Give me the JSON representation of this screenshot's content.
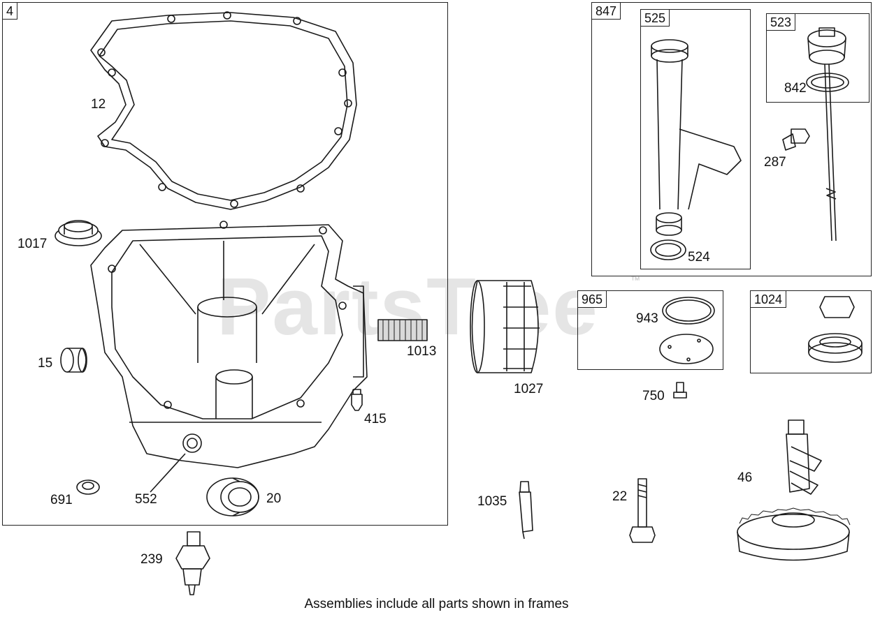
{
  "diagram": {
    "watermark": "PartsTree",
    "watermark_tm": "™",
    "footer": "Assemblies include all parts shown in frames",
    "frames": {
      "f4": "4",
      "f847": "847",
      "f525": "525",
      "f523": "523",
      "f965": "965",
      "f1024": "1024"
    },
    "parts": {
      "p12": "12",
      "p1017": "1017",
      "p15": "15",
      "p1013": "1013",
      "p415": "415",
      "p691": "691",
      "p552": "552",
      "p20": "20",
      "p239": "239",
      "p524": "524",
      "p842": "842",
      "p287": "287",
      "p943": "943",
      "p750": "750",
      "p1027": "1027",
      "p1035": "1035",
      "p22": "22",
      "p46": "46"
    }
  }
}
